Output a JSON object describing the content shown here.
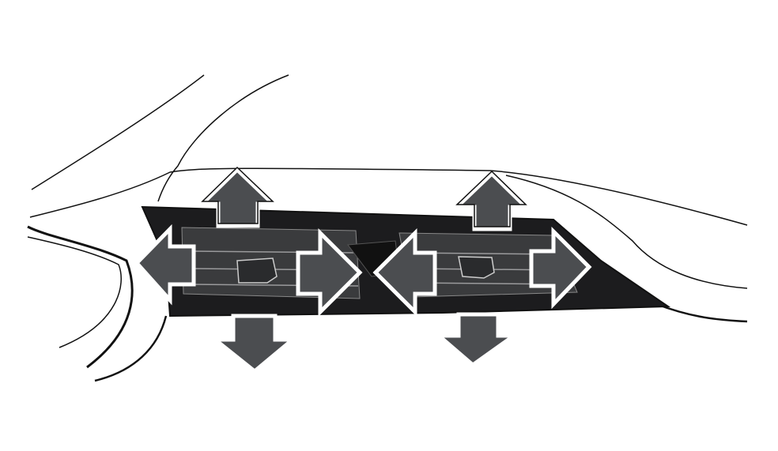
{
  "colors": {
    "background": "#ffffff",
    "outline": "#111111",
    "vent_body": "#1c1c1e",
    "vent_panel": "#3a3b3d",
    "arrow_fill": "#4b4d50",
    "arrow_border": "#ffffff"
  },
  "arrows": [
    {
      "name": "left-vent-up-arrow",
      "direction": "up"
    },
    {
      "name": "right-vent-up-arrow",
      "direction": "up"
    },
    {
      "name": "left-vent-down-arrow",
      "direction": "down"
    },
    {
      "name": "right-vent-down-arrow",
      "direction": "down"
    },
    {
      "name": "left-vent-outer-left-arrow",
      "direction": "left"
    },
    {
      "name": "left-vent-inner-right-arrow",
      "direction": "right"
    },
    {
      "name": "right-vent-inner-left-arrow",
      "direction": "left"
    },
    {
      "name": "right-vent-outer-right-arrow",
      "direction": "right"
    }
  ]
}
